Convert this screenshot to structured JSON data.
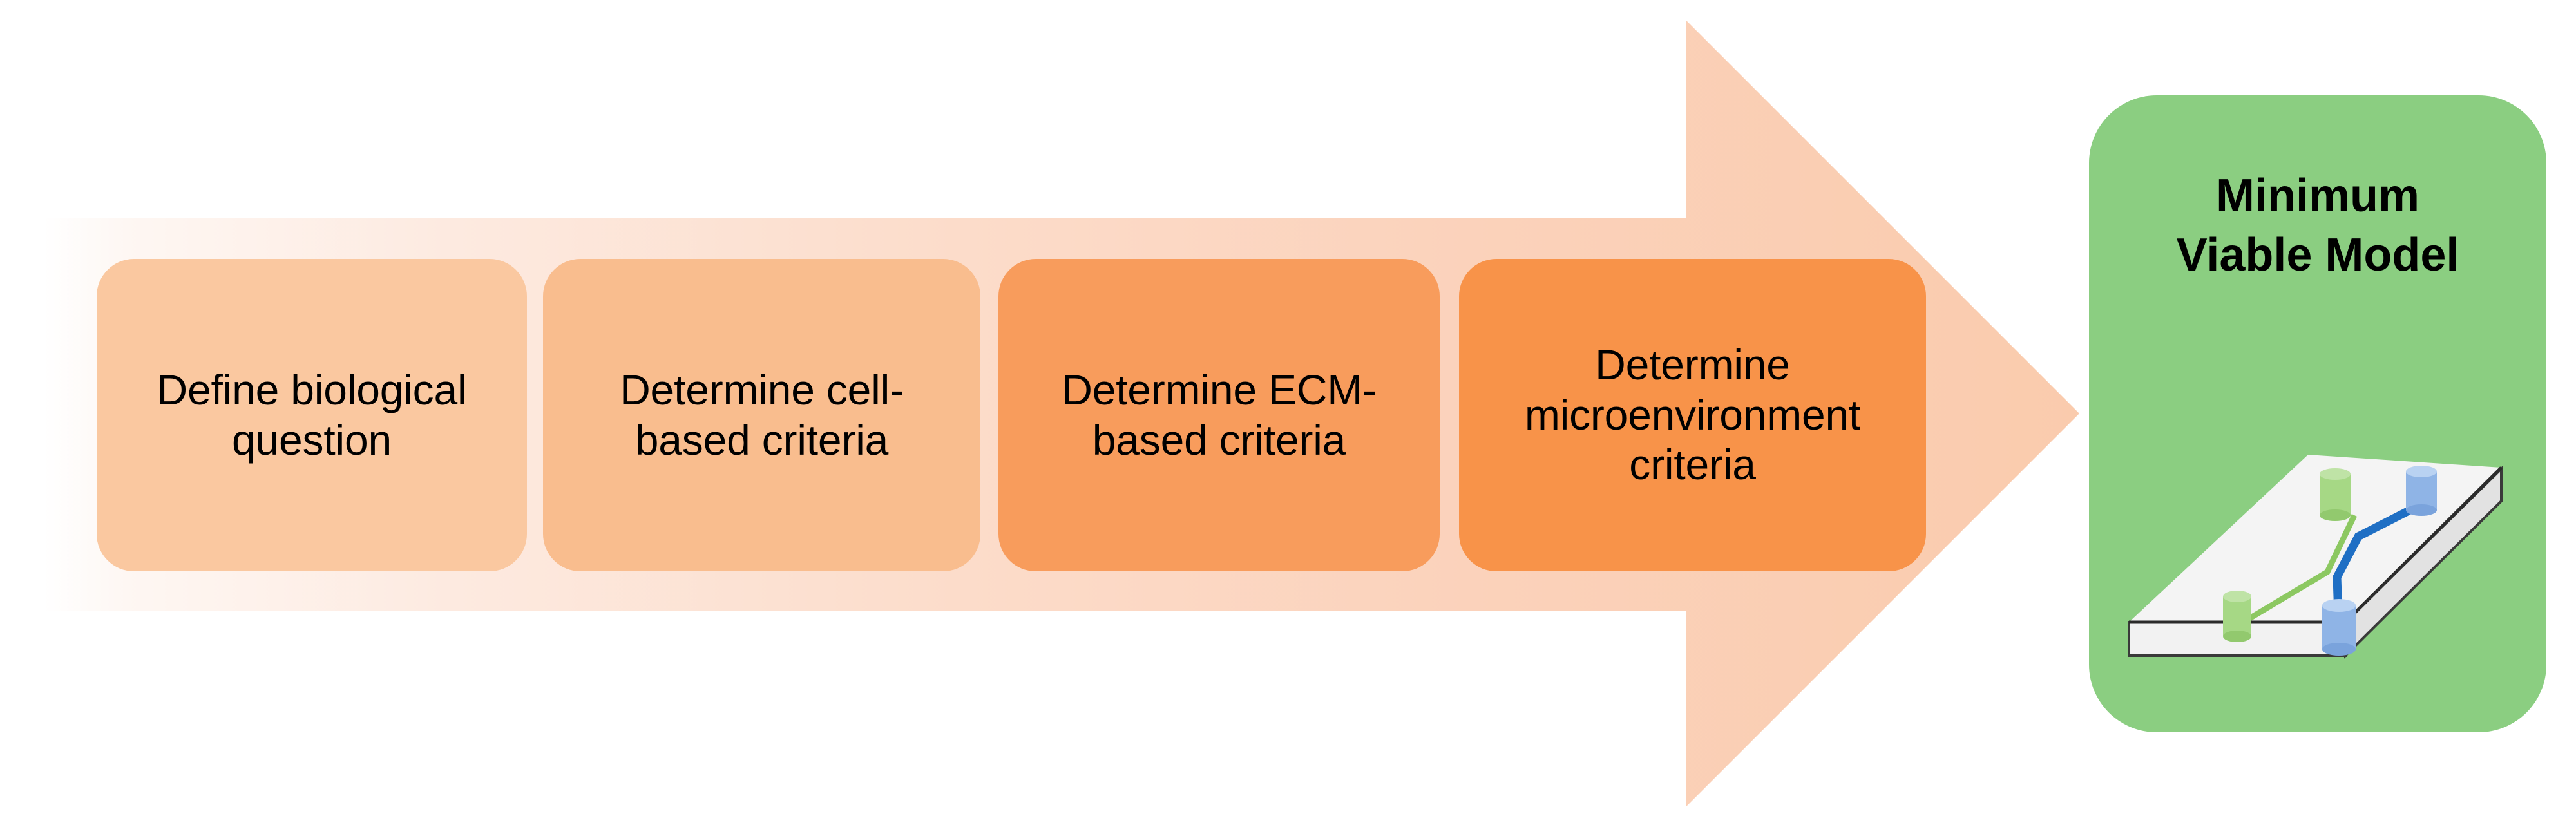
{
  "diagram": {
    "type": "process-arrow-flow",
    "title_present": false,
    "arrow": {
      "name": "process-arrow",
      "direction": "right",
      "gradient_from": "#FFFDFC",
      "gradient_to": "#FBCBA8"
    },
    "steps": [
      {
        "index": 1,
        "label": "Define biological question",
        "color": "#FAC8A0"
      },
      {
        "index": 2,
        "label": "Determine cell-based criteria",
        "color": "#F9BD8E"
      },
      {
        "index": 3,
        "label": "Determine ECM-based criteria",
        "color": "#F89C5C"
      },
      {
        "index": 4,
        "label": "Determine microenvironment criteria",
        "color": "#F89349"
      }
    ],
    "result": {
      "label": "Minimum\nViable Model",
      "label_line1": "Minimum",
      "label_line2": "Viable Model",
      "color": "#8BCE81",
      "icon": {
        "name": "3d-model-platform-icon",
        "description": "White 3D slab platform with four cylinders connected by lines",
        "platform_color": "#F2F2F2",
        "platform_edge_color": "#404040",
        "nodes": [
          {
            "id": "node-green-top",
            "color": "#92D050"
          },
          {
            "id": "node-blue-top",
            "color": "#8FAADC"
          },
          {
            "id": "node-green-left",
            "color": "#92D050"
          },
          {
            "id": "node-blue-bottom",
            "color": "#8FAADC"
          }
        ],
        "links": [
          {
            "from": "node-green-top",
            "to": "node-green-left",
            "color": "#92D050"
          },
          {
            "from": "node-blue-top",
            "to": "node-blue-bottom",
            "color": "#1F6FC4"
          }
        ]
      }
    }
  },
  "colors": {
    "accent_orange": "#F89349",
    "accent_green": "#8BCE81",
    "text": "#000000",
    "background": "#FFFFFF"
  }
}
